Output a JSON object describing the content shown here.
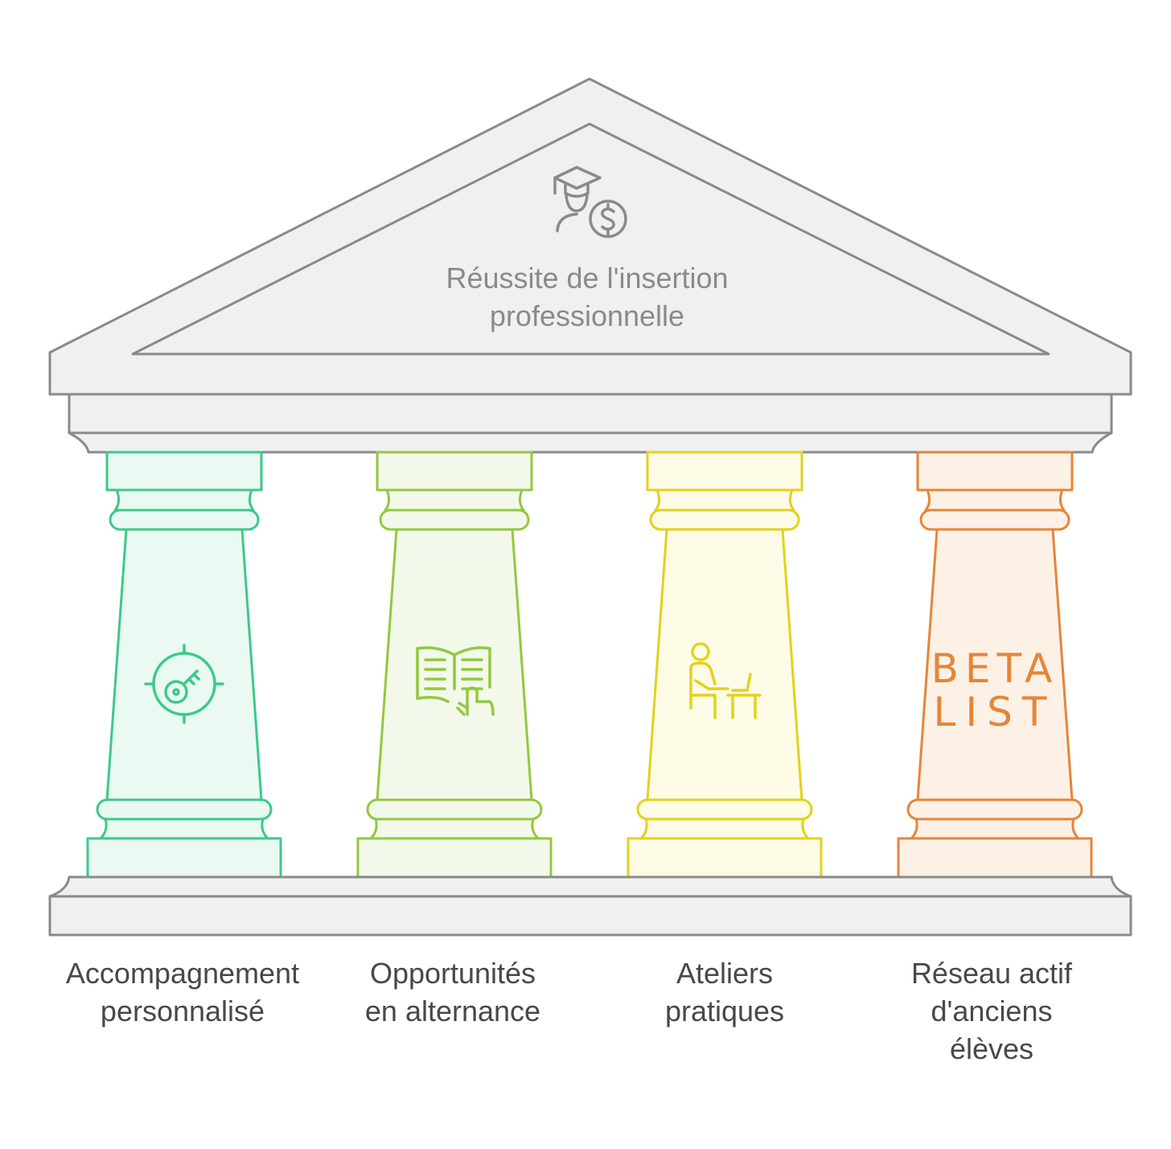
{
  "roof": {
    "title_line1": "Réussite de l'insertion",
    "title_line2": "professionnelle",
    "icon": "graduate-money-icon",
    "color": "#8a8a8a",
    "fill": "#f0f0f0"
  },
  "pillars": [
    {
      "line1": "Accompagnement",
      "line2": "personnalisé",
      "line3": "",
      "icon": "target-key-icon",
      "stroke": "#3cc98a",
      "fill": "#eaf9f1"
    },
    {
      "line1": "Opportunités",
      "line2": "en alternance",
      "line3": "",
      "icon": "open-book-hand-icon",
      "stroke": "#93c83e",
      "fill": "#f3f9ea"
    },
    {
      "line1": "Ateliers",
      "line2": "pratiques",
      "line3": "",
      "icon": "person-at-desk-icon",
      "stroke": "#e2d21b",
      "fill": "#fdfbe6"
    },
    {
      "line1": "Réseau actif",
      "line2": "d'anciens",
      "line3": "élèves",
      "icon": "beta-list-logo",
      "stroke": "#e5853a",
      "fill": "#fdf1e6"
    }
  ],
  "logo": {
    "line1": "BETA",
    "line2": "LIST"
  }
}
